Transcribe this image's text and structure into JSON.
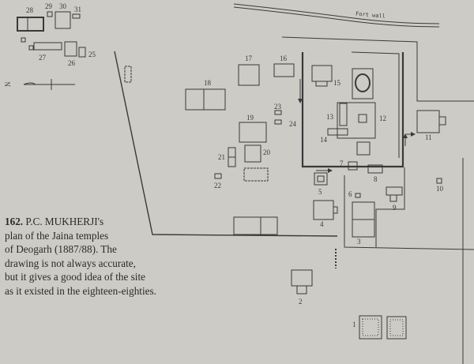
{
  "caption": {
    "figure_number": "162.",
    "text_lines": [
      "P.C. MUKHERJI's",
      "plan of the Jaina temples",
      "of Deogarh (1887/88). The",
      "drawing is not always accurate,",
      "but it gives a good idea of the site",
      "as it existed in the eighteen-eighties."
    ]
  },
  "plan": {
    "fort_wall_label": "Fort wall",
    "north_label": "N",
    "labels": [
      "1",
      "2",
      "3",
      "4",
      "5",
      "6",
      "7",
      "8",
      "9",
      "10",
      "11",
      "12",
      "13",
      "14",
      "15",
      "16",
      "17",
      "18",
      "19",
      "20",
      "21",
      "22",
      "23",
      "24",
      "25",
      "26",
      "27",
      "28",
      "29",
      "30",
      "31"
    ]
  },
  "colors": {
    "paper": "#cdcbc6",
    "ink": "#3a3a3a"
  }
}
